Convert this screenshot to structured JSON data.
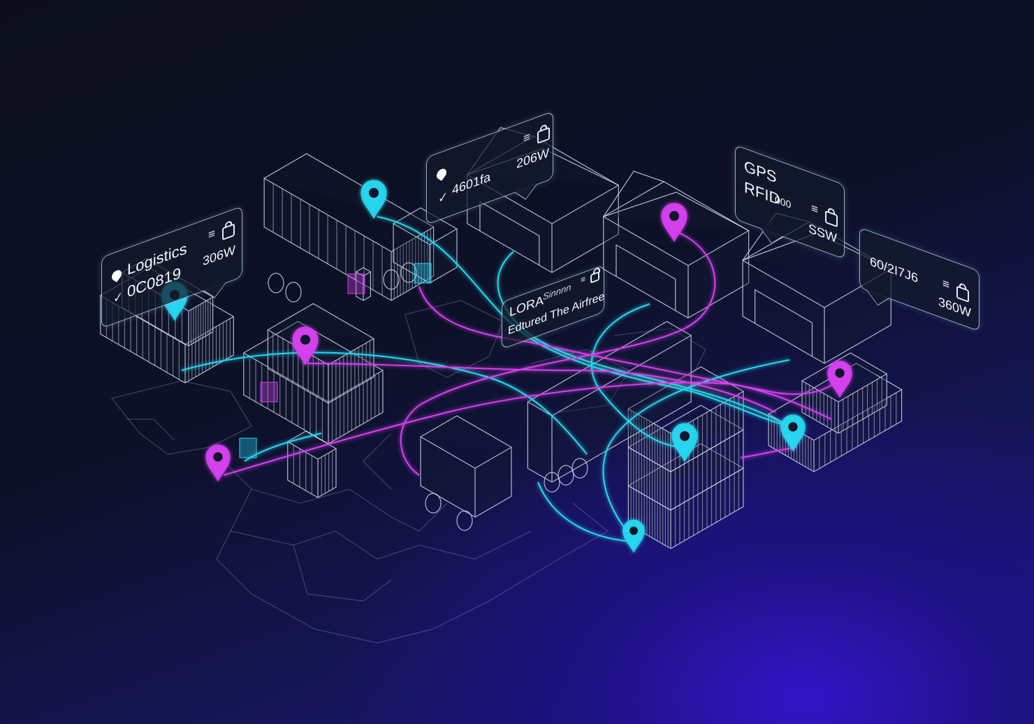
{
  "colors": {
    "cyan": "#27d7f0",
    "magenta": "#d640f0",
    "wire": "#c9d3e6",
    "background_dark": "#0b0e1a",
    "background_glow": "#2a12b0"
  },
  "callouts": [
    {
      "id": "logistics",
      "line1": "Logistics",
      "line2": "0C0819",
      "value": "306W",
      "icons": [
        "map-pin-icon",
        "check-icon",
        "signal-icon",
        "lock-icon"
      ]
    },
    {
      "id": "warehouse-a",
      "line1": "4601fa",
      "value": "206W",
      "icons": [
        "map-pin-icon",
        "check-icon",
        "signal-icon",
        "lock-icon"
      ]
    },
    {
      "id": "gps-rfid",
      "line1": "GPS",
      "line2": "RFID",
      "line2_suffix": "000",
      "value": "SSW",
      "icons": [
        "signal-icon",
        "lock-icon"
      ]
    },
    {
      "id": "warehouse-c",
      "line1": "60/2I7J6",
      "value": "360W",
      "icons": [
        "signal-icon",
        "lock-icon"
      ]
    },
    {
      "id": "lora",
      "line1": "LORA",
      "line1_suffix": "Sinnnn",
      "line2": "Edtured The Airfree",
      "icons": [
        "signal-icon",
        "lock-icon"
      ]
    }
  ]
}
